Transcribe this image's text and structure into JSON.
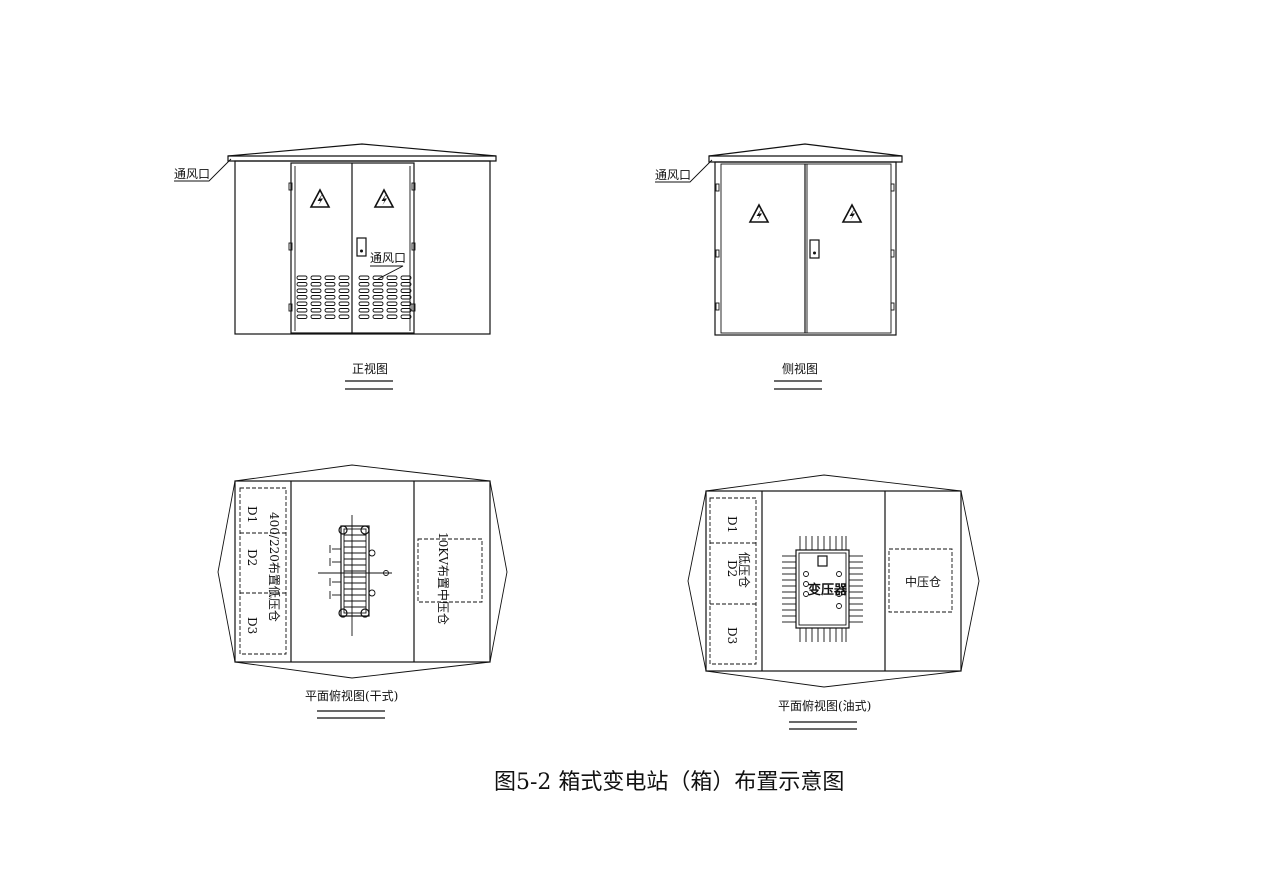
{
  "labels": {
    "vent": "通风口",
    "front_view": "正视图",
    "side_view": "侧视图",
    "plan_dry": "平面俯视图(干式)",
    "plan_oil": "平面俯视图(油式)",
    "d1": "D1",
    "d2": "D2",
    "d3": "D3",
    "lv_dry": "400/220布置低压仓",
    "mv_dry": "10KV布置中压仓",
    "lv_oil": "低压仓",
    "mv_oil": "中压仓",
    "oil_core": "变压器"
  },
  "figure_title": "图5-2  箱式变电站（箱）布置示意图",
  "icons": {
    "warning": "high-voltage-warning-icon",
    "handle": "door-handle-icon",
    "louver": "vent-louver-icon"
  }
}
